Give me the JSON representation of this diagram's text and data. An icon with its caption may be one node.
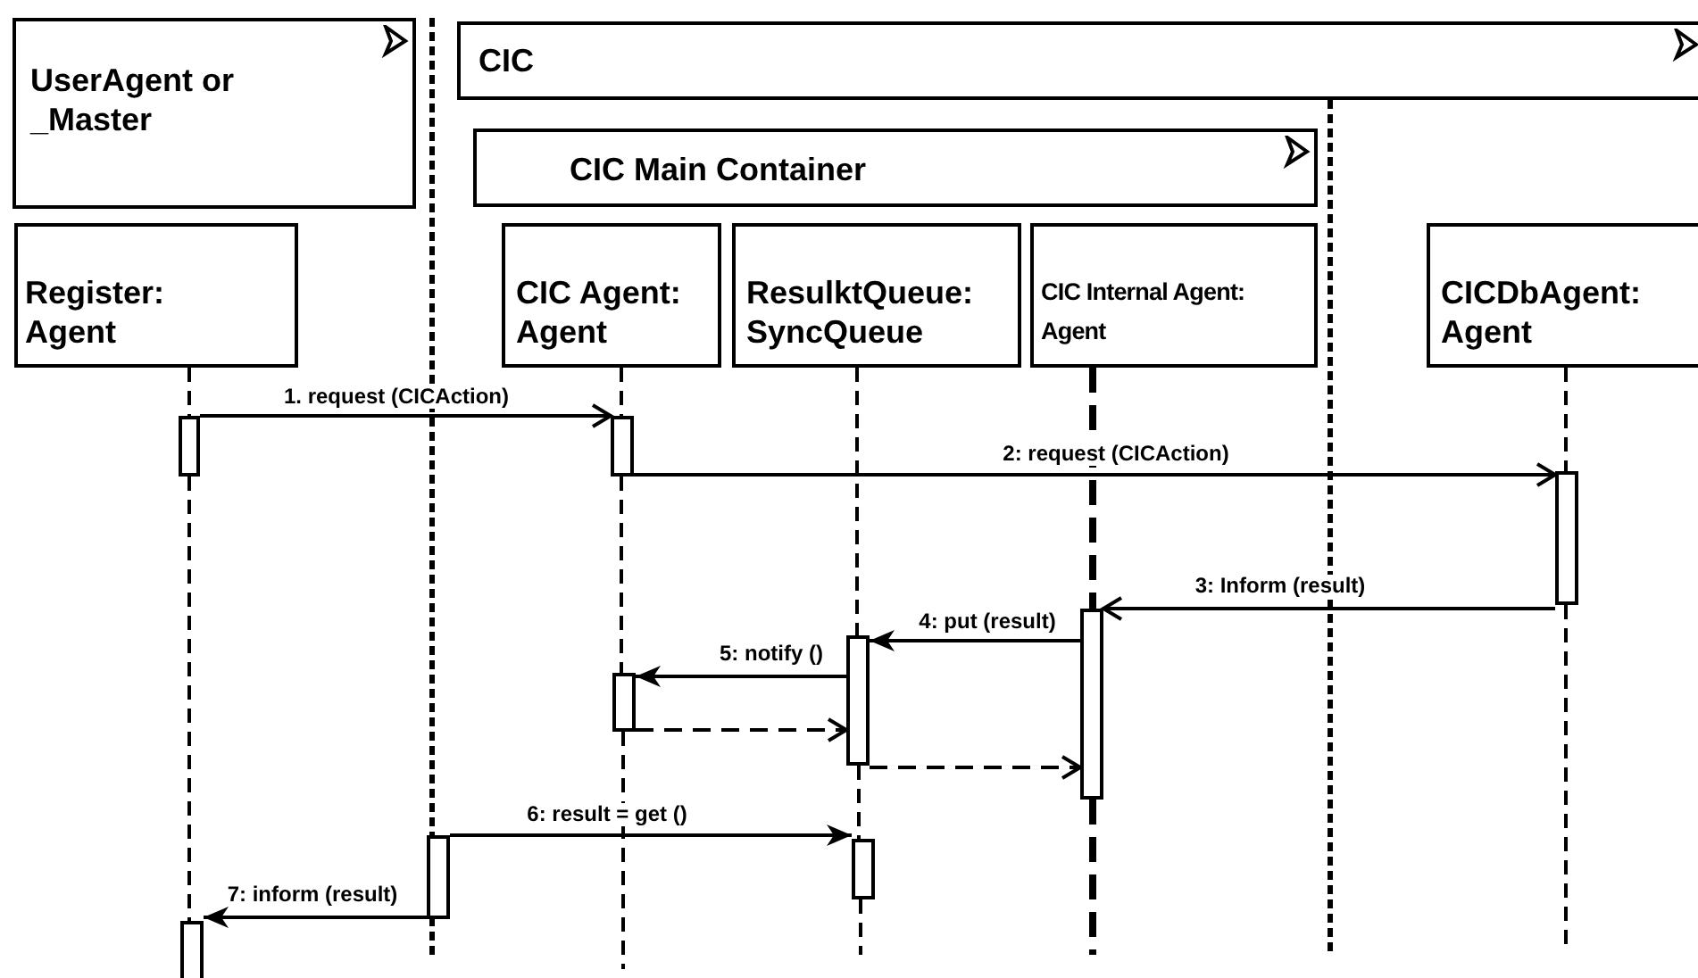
{
  "diagram": {
    "nodes": [
      {
        "text": [
          "UserAgent or _Master"
        ]
      },
      {
        "text": [
          "Register: Agent"
        ]
      },
      {
        "text": [
          "CIC"
        ]
      },
      {
        "text": [
          "CIC Main Container"
        ]
      },
      {
        "text": [
          "CIC Agent: Agent"
        ]
      },
      {
        "text": [
          "ResulktQueue: SyncQueue"
        ]
      },
      {
        "text": [
          "CIC Internal Agent: Agent"
        ]
      },
      {
        "text": [
          "CICDbAgent: Agent"
        ]
      },
      {
        "text": [],
        "shape": "bar"
      },
      {
        "text": [],
        "shape": "bar"
      },
      {
        "text": [],
        "shape": "bar"
      },
      {
        "text": [],
        "shape": "bar"
      },
      {
        "text": [],
        "shape": "bar"
      },
      {
        "text": [],
        "shape": "bar"
      },
      {
        "text": [],
        "shape": "bar"
      },
      {
        "text": [],
        "shape": "bar"
      },
      {
        "text": [],
        "shape": "bar"
      }
    ],
    "edges": [
      {
        "from": 8,
        "to": 9,
        "arrow": "to",
        "label": "1. request (CICAction)"
      },
      {
        "from": 9,
        "to": 10,
        "arrow": "to",
        "label": "2: request (CICAction)"
      },
      {
        "from": 10,
        "to": 11,
        "arrow": "to",
        "label": "3: Inform (result)"
      },
      {
        "from": 11,
        "to": 12,
        "arrow": "to",
        "label": "4: put (result)"
      },
      {
        "from": 12,
        "to": 13,
        "arrow": "to",
        "label": "5: notify ()"
      },
      {
        "from": 13,
        "to": 12,
        "arrow": "to",
        "style": "dashed"
      },
      {
        "from": 12,
        "to": 11,
        "arrow": "to",
        "style": "dashed"
      },
      {
        "from": 14,
        "to": 15,
        "arrow": "to",
        "label": "6: result = get ()"
      },
      {
        "from": 14,
        "to": 16,
        "arrow": "to",
        "label": "7: inform (result)"
      },
      {
        "from": 1,
        "to": 8,
        "arrow": "none",
        "style": "dashed"
      },
      {
        "from": 8,
        "to": 16,
        "arrow": "none",
        "style": "dashed"
      },
      {
        "from": 4,
        "to": 9,
        "arrow": "none",
        "style": "dashed"
      },
      {
        "from": 9,
        "to": 13,
        "arrow": "none",
        "style": "dashed"
      },
      {
        "from": 13,
        "to": null,
        "arrow": "none",
        "style": "dashed"
      },
      {
        "from": 5,
        "to": 12,
        "arrow": "none",
        "style": "dashed"
      },
      {
        "from": 12,
        "to": 15,
        "arrow": "none",
        "style": "dashed"
      },
      {
        "from": 15,
        "to": null,
        "arrow": "none",
        "style": "dashed"
      },
      {
        "from": 6,
        "to": 11,
        "arrow": "none",
        "style": "dashed"
      },
      {
        "from": 11,
        "to": null,
        "arrow": "none",
        "style": "dashed"
      },
      {
        "from": 7,
        "to": 10,
        "arrow": "none",
        "style": "dashed"
      },
      {
        "from": 10,
        "to": null,
        "arrow": "none",
        "style": "dashed"
      }
    ]
  }
}
